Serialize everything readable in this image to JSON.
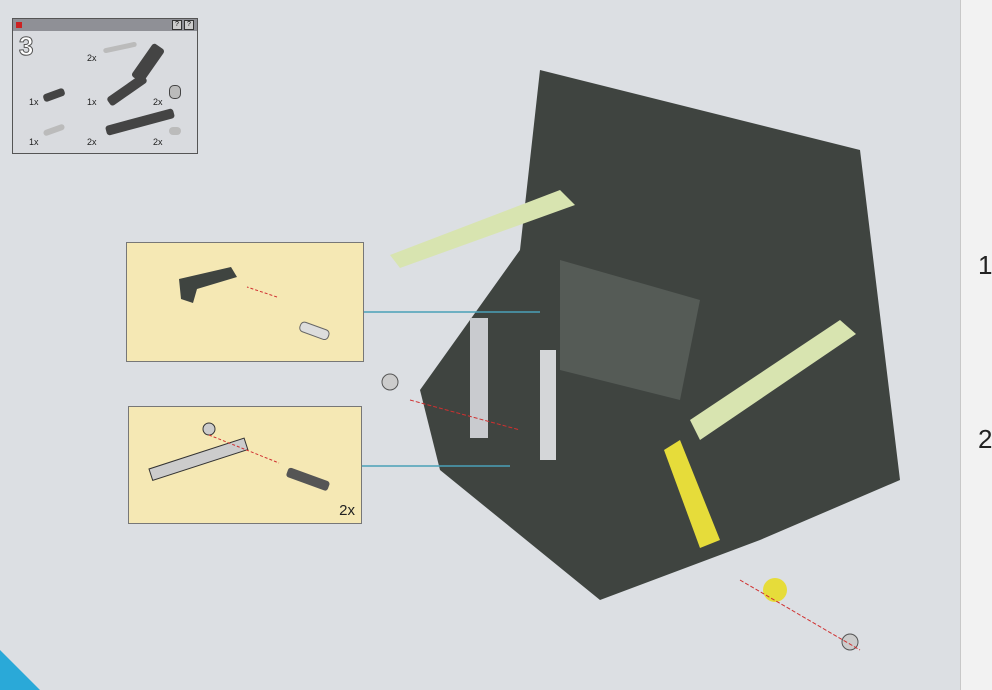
{
  "parts_list": {
    "step_number": "3",
    "items": [
      {
        "qty": "2x"
      },
      {
        "qty": "1x"
      },
      {
        "qty": "1x"
      },
      {
        "qty": "2x"
      },
      {
        "qty": "1x"
      },
      {
        "qty": "2x"
      },
      {
        "qty": "2x"
      }
    ]
  },
  "callout_bottom": {
    "qty": "2x"
  },
  "next_page": {
    "step_a": "1",
    "step_b": "2"
  },
  "colors": {
    "callout_bg": "#f5e8b4",
    "model_dark": "#3f4440",
    "accent_yellow": "#e6dc3a",
    "corner_blue": "#2aa9d8"
  }
}
